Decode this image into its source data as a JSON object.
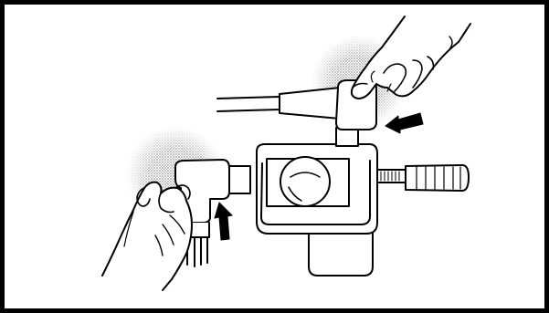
{
  "figure": {
    "kind": "technical line illustration",
    "palette": {
      "background": "#ffffff",
      "ink": "#000000",
      "screen_tone": "#b4b4b4"
    },
    "parts": [
      "frame",
      "device-body",
      "round-window",
      "handle-grip",
      "right-thumbscrew",
      "top-elbow-connector",
      "cable",
      "left-elbow-connector",
      "lower-hose",
      "top-hand",
      "left-hand",
      "top-arrow",
      "left-arrow"
    ]
  }
}
